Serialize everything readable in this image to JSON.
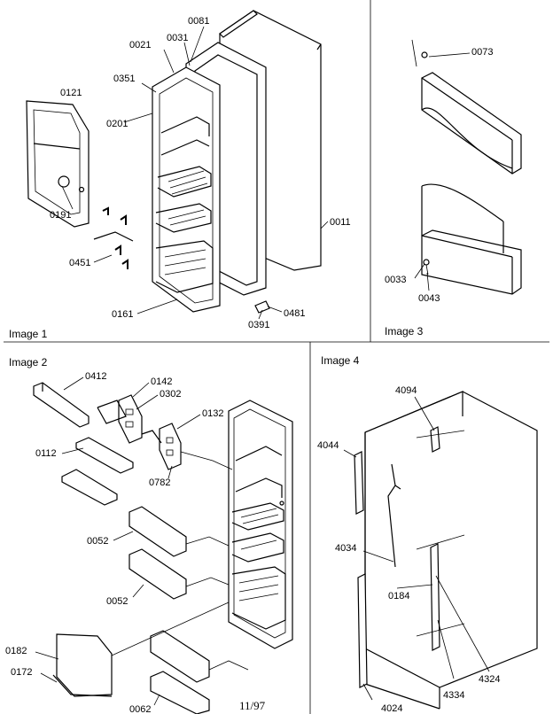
{
  "panels": [
    {
      "title": "Image 1"
    },
    {
      "title": "Image 2"
    },
    {
      "title": "Image 3"
    },
    {
      "title": "Image 4"
    }
  ],
  "callouts": {
    "c0081": "0081",
    "c0021": "0021",
    "c0031": "0031",
    "c0351": "0351",
    "c0121": "0121",
    "c0201": "0201",
    "c0191": "0191",
    "c0011": "0011",
    "c0451": "0451",
    "c0161": "0161",
    "c0391": "0391",
    "c0481": "0481",
    "c0073": "0073",
    "c0033": "0033",
    "c0043": "0043",
    "c0412": "0412",
    "c0142": "0142",
    "c0302": "0302",
    "c0132": "0132",
    "c0112": "0112",
    "c0782": "0782",
    "c0052a": "0052",
    "c0052b": "0052",
    "c0182": "0182",
    "c0172": "0172",
    "c0062": "0062",
    "c4094": "4094",
    "c4044": "4044",
    "c4034": "4034",
    "c0184": "0184",
    "c4324": "4324",
    "c4334": "4334",
    "c4024": "4024"
  },
  "footer": {
    "date": "11/97"
  }
}
